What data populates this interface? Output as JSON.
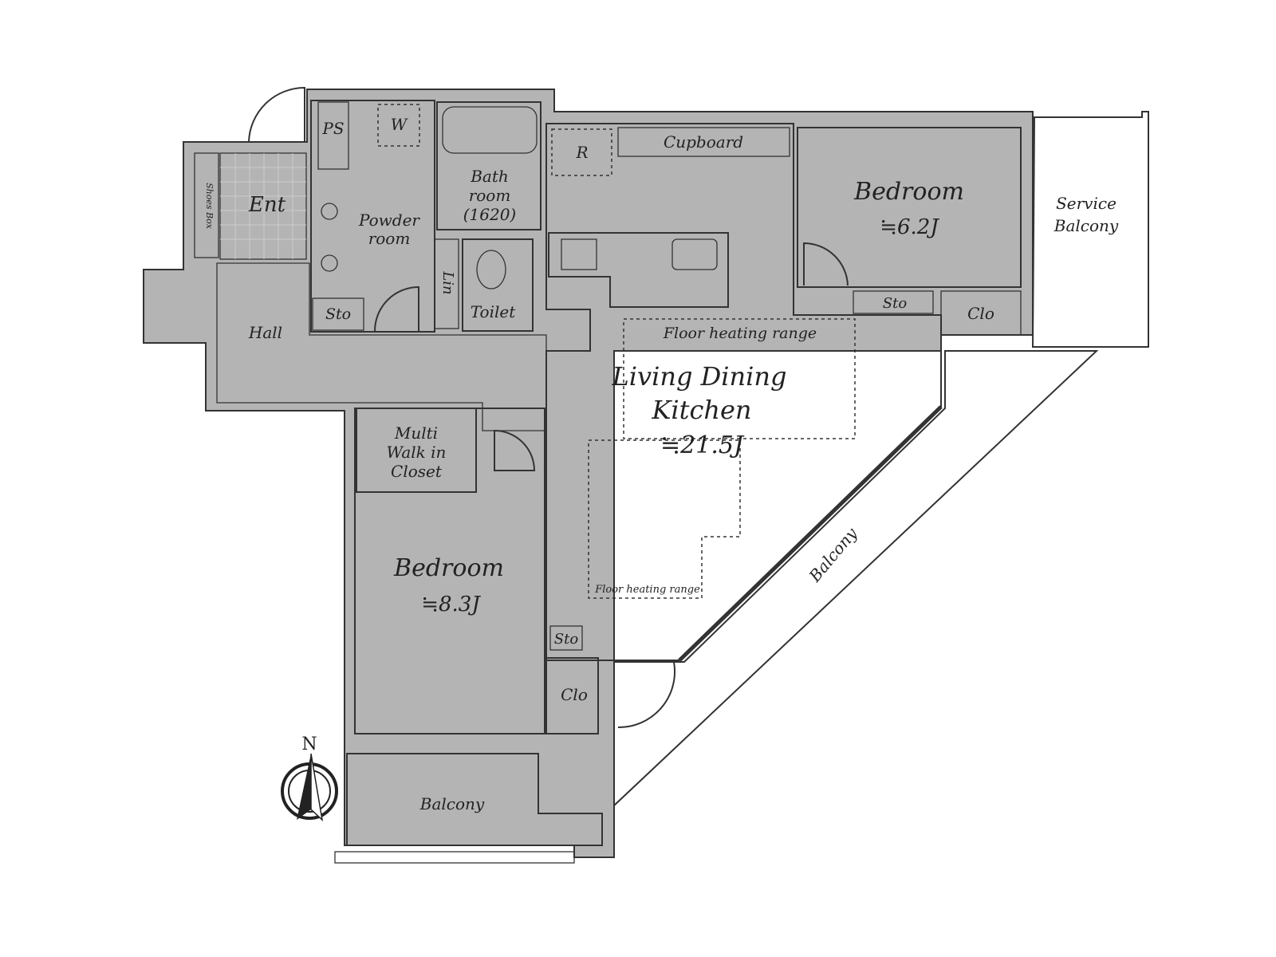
{
  "colors": {
    "wall": "#b4b4b4",
    "wet": "#e4f1fb",
    "ldk": "#fdf0df",
    "bedroom": "#fdfbe8",
    "storage": "#ddd6bb",
    "white": "#ffffff"
  },
  "labels": {
    "shoes_box": "Shoes Box",
    "ent": "Ent",
    "ps": "PS",
    "w": "W",
    "powder1": "Powder",
    "powder2": "room",
    "bath1": "Bath",
    "bath2": "room",
    "bath3": "(1620)",
    "lin": "Lin",
    "toilet": "Toilet",
    "sto": "Sto",
    "hall": "Hall",
    "r": "R",
    "cupboard": "Cupboard",
    "bed1": "Bedroom",
    "bed1_size": "≒6.2J",
    "service1": "Service",
    "service2": "Balcony",
    "clo": "Clo",
    "fhr": "Floor heating range",
    "ldk1": "Living Dining",
    "ldk2": "Kitchen",
    "ldk_size": "≒21.5J",
    "mwic1": "Multi",
    "mwic2": "Walk in",
    "mwic3": "Closet",
    "bed2": "Bedroom",
    "bed2_size": "≒8.3J",
    "balcony": "Balcony",
    "north": "N"
  }
}
